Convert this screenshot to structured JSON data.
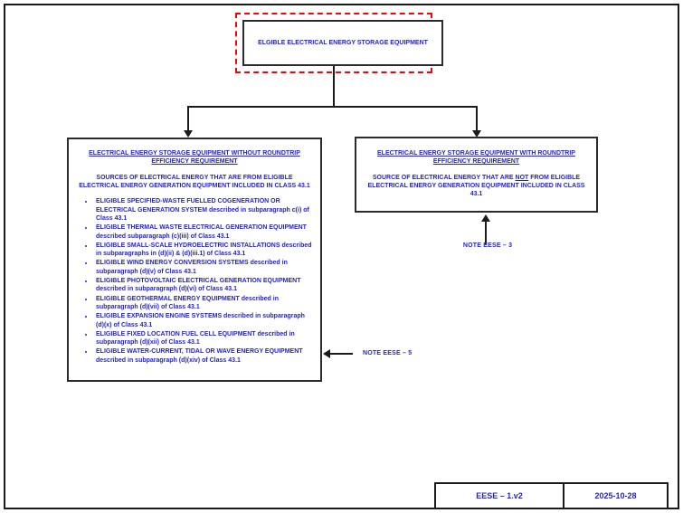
{
  "palette": {
    "text_blue": "#2222db",
    "line_black": "#1b1b1b",
    "highlight_red": "#ff0000"
  },
  "root_box": {
    "title": "ELGIBLE ELECTRICAL ENERGY STORAGE EQUIPMENT"
  },
  "left_box": {
    "title": "ELECTRICAL ENERGY STORAGE EQUIPMENT WITHOUT ROUNDTRIP EFFICIENCY REQUIREMENT",
    "subtitle": "SOURCES OF ELECTRICAL ENERGY THAT ARE FROM ELIGIBLE ELECTRICAL ENERGY GENERATION EQUIPMENT INCLUDED IN CLASS 43.1",
    "bullets": [
      "ELIGIBLE SPECIFIED-WASTE FUELLED COGENERATION OR ELECTRICAL GENERATION SYSTEM described in subparagraph c(i) of Class 43.1",
      "ELIGIBLE THERMAL WASTE ELECTRICAL GENERATION EQUIPMENT described subparagraph (c)(iii) of Class 43.1",
      "ELIGIBLE SMALL-SCALE HYDROELECTRIC INSTALLATIONS described in subparagraphs in (d)(ii) & (d)(iii.1) of Class 43.1",
      "ELIGIBLE WIND ENERGY CONVERSION SYSTEMS described in subparagraph (d)(v) of Class 43.1",
      "ELIGIBLE PHOTOVOLTAIC ELECTRICAL GENERATION EQUIPMENT described in subparagraph (d)(vi) of Class 43.1",
      "ELIGIBLE GEOTHERMAL ENERGY EQUIPMENT described in subparagraph (d)(vii) of Class 43.1",
      "ELIGIBLE EXPANSION ENGINE SYSTEMS described in subparagraph (d)(x) of Class 43.1",
      "ELIGIBLE FIXED LOCATION FUEL CELL EQUIPMENT described in subparagraph (d)(xii) of Class 43.1",
      "ELIGIBLE WATER-CURRENT, TIDAL OR WAVE ENERGY EQUIPMENT described in subparagraph (d)(xiv) of Class 43.1"
    ]
  },
  "right_box": {
    "title": "ELECTRICAL ENERGY STORAGE EQUIPMENT WITH ROUNDTRIP EFFICIENCY REQUIREMENT",
    "body_pre": "SOURCE OF ELECTRICAL ENERGY THAT ARE ",
    "body_emphasis": "NOT",
    "body_post": " FROM ELIGIBLE ELECTRICAL ENERGY GENERATION EQUIPMENT INCLUDED IN CLASS 43.1"
  },
  "notes": {
    "note3": "NOTE EESE – 3",
    "note5": "NOTE EESE – 5"
  },
  "title_block": {
    "doc_id": "EESE – 1.v2",
    "date": "2025-10-28"
  }
}
